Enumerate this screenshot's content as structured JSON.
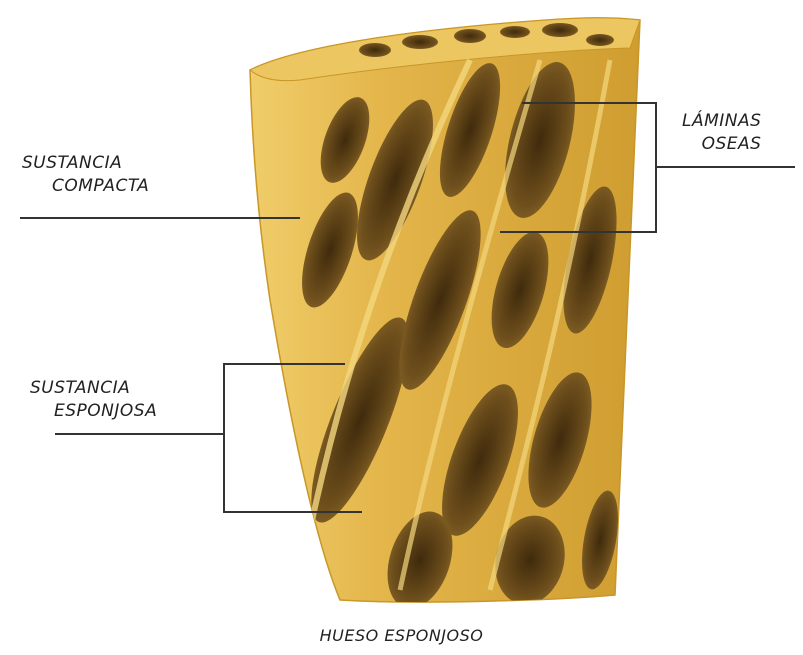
{
  "labels": {
    "compacta": {
      "line1": "SUSTANCIA",
      "line2": "COMPACTA"
    },
    "esponjosa": {
      "line1": "SUSTANCIA",
      "line2": "ESPONJOSA"
    },
    "laminas": {
      "line1": "LÁMINAS",
      "line2": "OSEAS"
    }
  },
  "caption": "HUESO ESPONJOSO",
  "colors": {
    "bone": "#e3b54a",
    "bone_light": "#f0cd6a",
    "bone_dark": "#c99628",
    "cavity": "#6e4f1c",
    "cavity_deep": "#3f2a0c",
    "leader_line": "#333333",
    "background": "#ffffff"
  }
}
